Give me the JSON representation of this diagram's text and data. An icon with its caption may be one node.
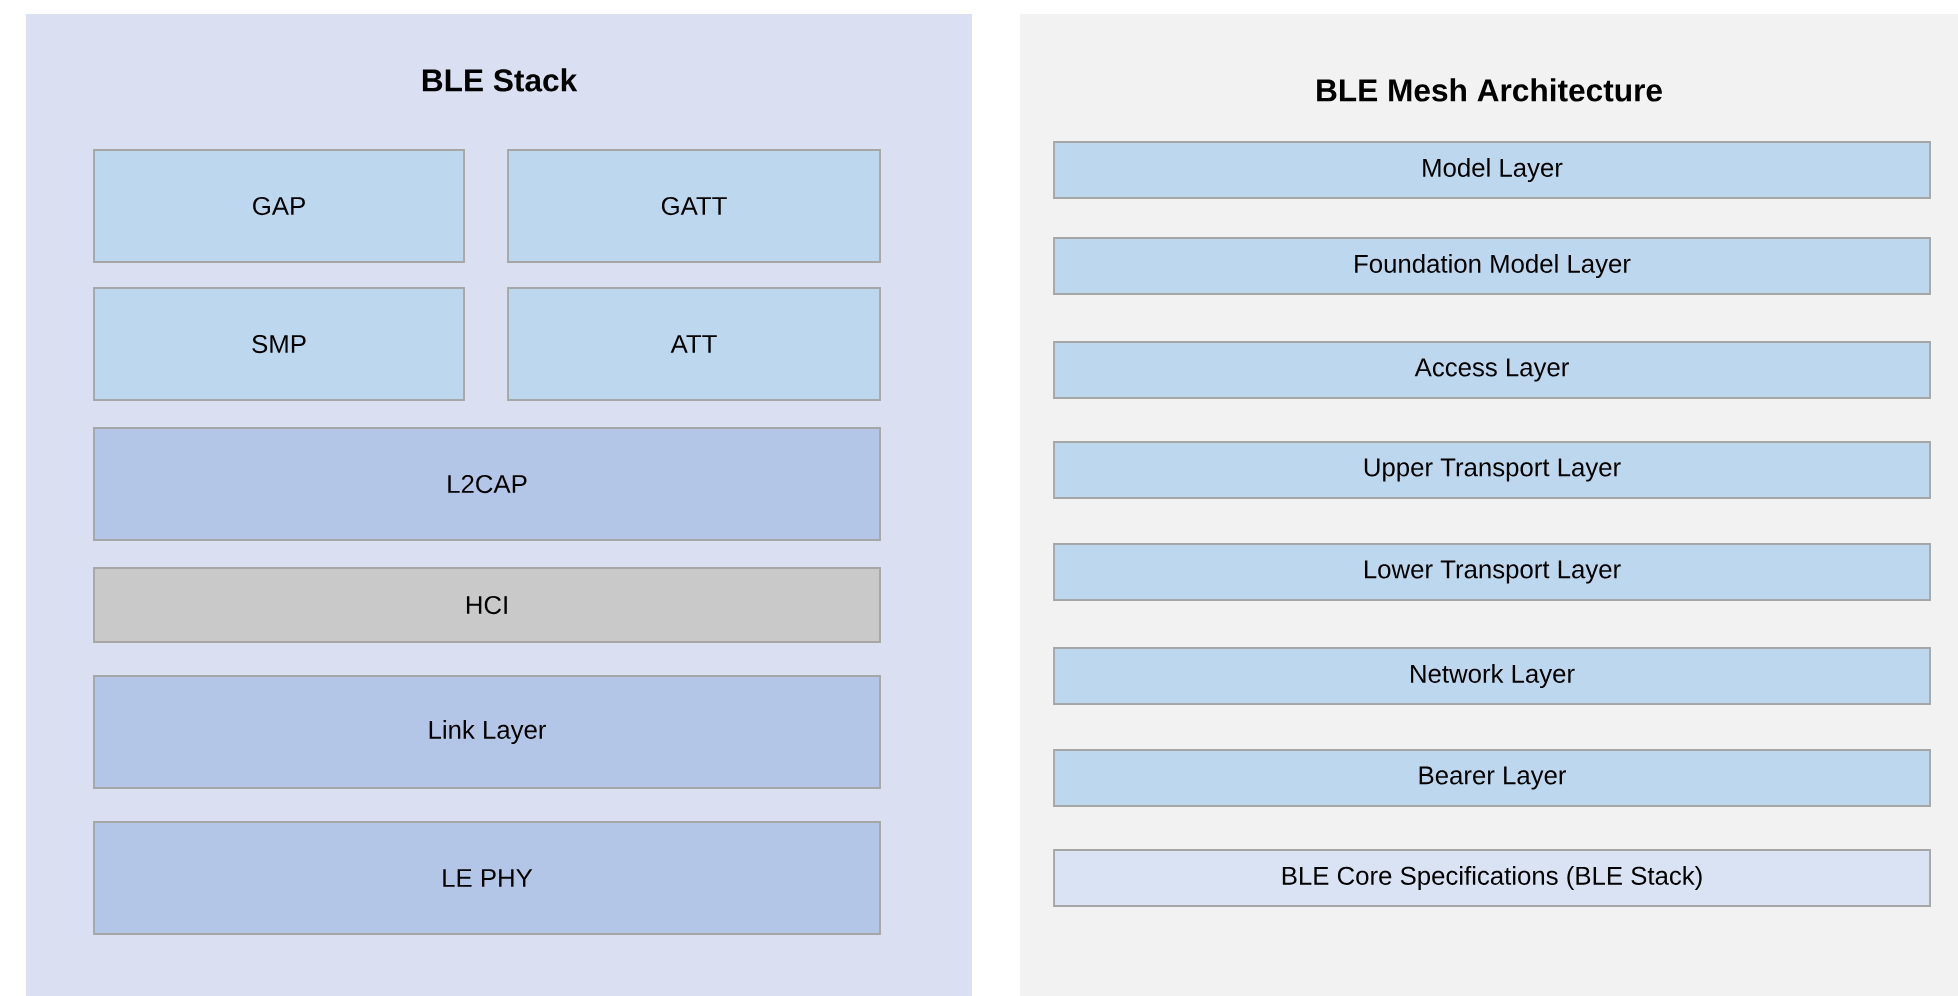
{
  "diagram": {
    "nodes": [
      {
        "text": [
          "BLE Stack"
        ]
      },
      {
        "text": [
          "GAP"
        ],
        "in": 0
      },
      {
        "text": [
          "GATT"
        ],
        "in": 0
      },
      {
        "text": [
          "SMP"
        ],
        "in": 0
      },
      {
        "text": [
          "ATT"
        ],
        "in": 0
      },
      {
        "text": [
          "L2CAP"
        ],
        "in": 0
      },
      {
        "text": [
          "HCI"
        ],
        "in": 0
      },
      {
        "text": [
          "Link Layer"
        ],
        "in": 0
      },
      {
        "text": [
          "LE PHY"
        ],
        "in": 0
      },
      {
        "text": [
          "BLE Mesh Architecture"
        ]
      },
      {
        "text": [
          "Model Layer"
        ],
        "in": 9
      },
      {
        "text": [
          "Foundation Model Layer"
        ],
        "in": 9
      },
      {
        "text": [
          "Access Layer"
        ],
        "in": 9
      },
      {
        "text": [
          "Upper Transport Layer"
        ],
        "in": 9
      },
      {
        "text": [
          "Lower Transport Layer"
        ],
        "in": 9
      },
      {
        "text": [
          "Network Layer"
        ],
        "in": 9
      },
      {
        "text": [
          "Bearer Layer"
        ],
        "in": 9
      },
      {
        "text": [
          "BLE Core Specifications (BLE Stack)"
        ],
        "in": 9
      }
    ]
  }
}
